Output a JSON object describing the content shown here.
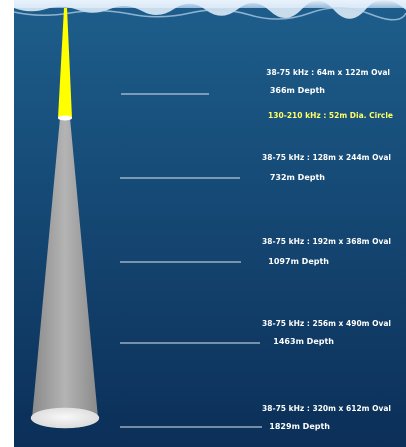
{
  "colors": {
    "ocean_top": "#1e5e8c",
    "ocean_bottom": "#0b2f58",
    "beam": "#a9a9a9",
    "beam_high_freq": "#ffff00",
    "label_text": "#ffffff",
    "highlight_text": "#ffff66",
    "line": "#dbe6f2"
  },
  "levels": [
    {
      "footprint": "38-75 kHz : 64m x 122m Oval",
      "depth": "366m Depth",
      "extra": "130-210 kHz : 52m Dia. Circle"
    },
    {
      "footprint": "38-75 kHz : 128m x 244m Oval",
      "depth": "732m Depth"
    },
    {
      "footprint": "38-75 kHz : 192m x 368m Oval",
      "depth": "1097m Depth"
    },
    {
      "footprint": "38-75 kHz : 256m x 490m Oval",
      "depth": "1463m Depth"
    },
    {
      "footprint": "38-75 kHz : 320m x 612m Oval",
      "depth": "1829m Depth"
    }
  ]
}
